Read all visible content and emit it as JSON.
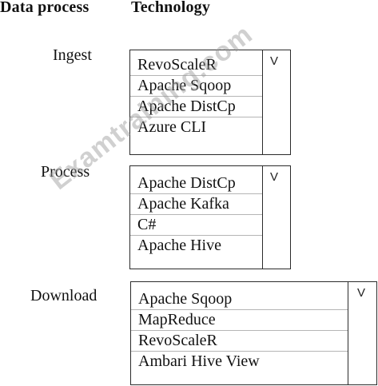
{
  "headers": {
    "data_process": "Data process",
    "technology": "Technology"
  },
  "rows": [
    {
      "label": "Ingest",
      "options": [
        "RevoScaleR",
        "Apache Sqoop",
        "Apache DistCp",
        "Azure CLI"
      ],
      "arrow_icon": "chevron-down-icon",
      "arrow": "V"
    },
    {
      "label": "Process",
      "options": [
        "Apache DistCp",
        "Apache Kafka",
        "C#",
        "Apache Hive"
      ],
      "arrow_icon": "chevron-down-icon",
      "arrow": "V"
    },
    {
      "label": "Download",
      "options": [
        "Apache Sqoop",
        "MapReduce",
        "RevoScaleR",
        "Ambari Hive View"
      ],
      "arrow_icon": "chevron-down-icon",
      "arrow": "V"
    }
  ],
  "watermark": "Examtraining.com",
  "colors": {
    "border": "#2b2b2b",
    "divider": "#b5b5b5",
    "text": "#111111",
    "watermark": "#969696"
  }
}
